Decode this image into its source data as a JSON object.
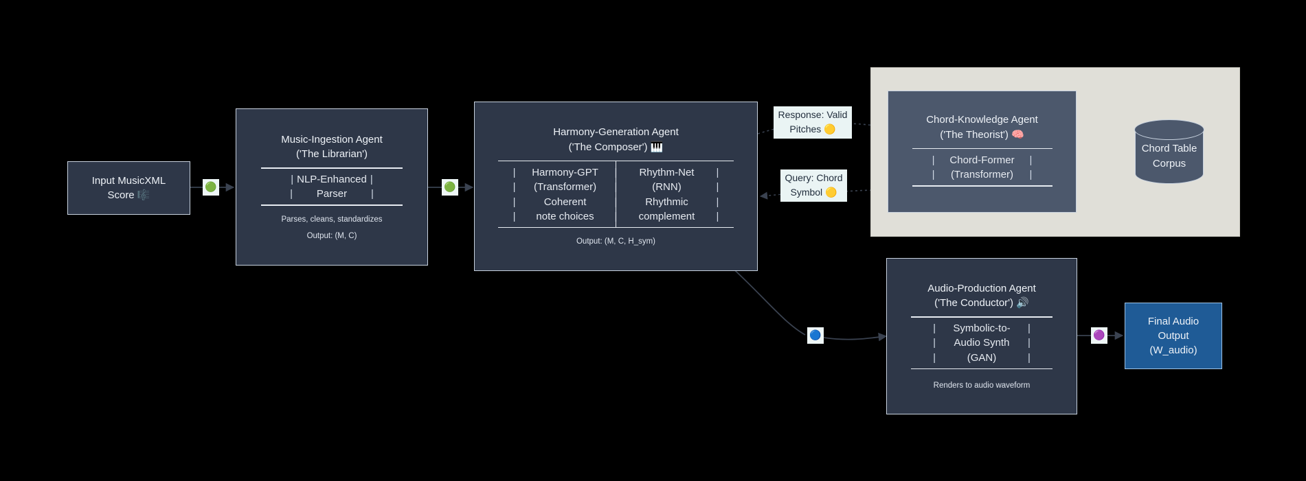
{
  "diagram": {
    "type": "flowchart",
    "direction": "left-to-right",
    "background": "#000000",
    "node_fill_dark": "#2e3748",
    "node_fill_slate": "#4c586c",
    "node_fill_accent": "#1f5b96",
    "cluster_fill": "#e0dfd8",
    "edge_label_fill": "#eaf4f4"
  },
  "nodes": {
    "input": {
      "line1": "Input MusicXML",
      "line2": "Score",
      "emoji": "🎼",
      "emoji_name": "musical-score-emoji"
    },
    "ingestion": {
      "title": "Music-Ingestion Agent",
      "subtitle": "('The Librarian')",
      "table": {
        "rows": [
          [
            "NLP-Enhanced",
            ""
          ],
          [
            "Parser",
            ""
          ]
        ]
      },
      "foot1": "Parses, cleans, standardizes",
      "foot2": "Output: (M, C)"
    },
    "harmony": {
      "title": "Harmony-Generation Agent",
      "subtitle": "('The Composer')",
      "emoji": "🎹",
      "emoji_name": "musical-keyboard-emoji",
      "table": {
        "rows": [
          [
            "Harmony-GPT",
            "Rhythm-Net"
          ],
          [
            "(Transformer)",
            "(RNN)"
          ],
          [
            "Coherent",
            "Rhythmic"
          ],
          [
            "note choices",
            "complement"
          ]
        ]
      },
      "foot1": "Output: (M, C, H_sym)"
    },
    "chord_knowledge": {
      "title": "Chord-Knowledge Agent",
      "subtitle": "('The Theorist')",
      "emoji": "🧠",
      "emoji_name": "brain-emoji",
      "table": {
        "rows": [
          [
            "Chord-Former",
            ""
          ],
          [
            "(Transformer)",
            ""
          ]
        ]
      }
    },
    "corpus": {
      "line1": "Chord Table",
      "line2": "Corpus",
      "shape": "cylinder"
    },
    "audio_production": {
      "title": "Audio-Production Agent",
      "subtitle": "('The Conductor')",
      "emoji": "🔊",
      "emoji_name": "speaker-emoji",
      "table": {
        "rows": [
          [
            "Symbolic-to-",
            ""
          ],
          [
            "Audio Synth",
            ""
          ],
          [
            "(GAN)",
            ""
          ]
        ]
      },
      "foot1": "Renders to audio waveform"
    },
    "final_audio": {
      "line1": "Final Audio",
      "line2": "Output",
      "line3": "(W_audio)"
    }
  },
  "edge_labels": {
    "input_to_ingestion": {
      "text": "🟢",
      "name": "green-circle-emoji"
    },
    "ingestion_to_harmony": {
      "text": "🟢",
      "name": "green-circle-emoji"
    },
    "harmony_to_audio": {
      "text": "🔵",
      "name": "blue-circle-emoji"
    },
    "audio_to_final": {
      "text": "🟣",
      "name": "purple-circle-emoji"
    },
    "response": {
      "line1": "Response: Valid",
      "line2": "Pitches",
      "emoji": "🟡",
      "emoji_name": "yellow-circle-emoji"
    },
    "query": {
      "line1": "Query: Chord",
      "line2": "Symbol",
      "emoji": "🟡",
      "emoji_name": "yellow-circle-emoji"
    }
  }
}
